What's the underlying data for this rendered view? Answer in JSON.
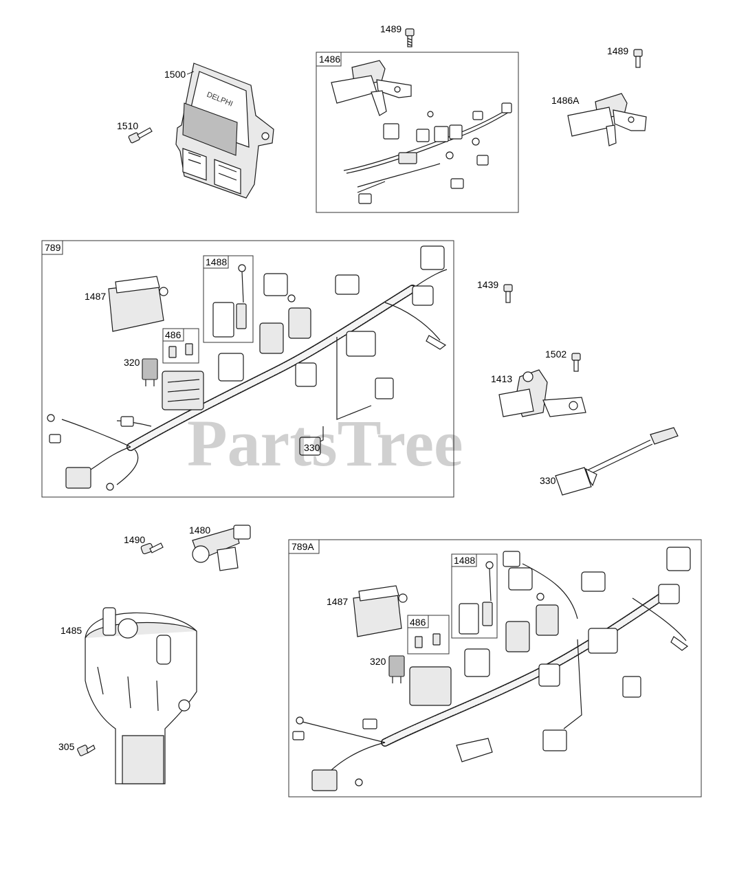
{
  "watermark": "PartsTree",
  "callouts": {
    "c1489a": "1489",
    "c1500": "1500",
    "c1510": "1510",
    "c1486": "1486",
    "c1489b": "1489",
    "c1486A": "1486A",
    "c789": "789",
    "c1488a": "1488",
    "c1487a": "1487",
    "c486a": "486",
    "c320a": "320",
    "c330b": "330",
    "c1439": "1439",
    "c1502": "1502",
    "c1413": "1413",
    "c330": "330",
    "c1490": "1490",
    "c1480": "1480",
    "c789A": "789A",
    "c1488b": "1488",
    "c1487b": "1487",
    "c486b": "486",
    "c320b": "320",
    "c1485": "1485",
    "c305": "305"
  },
  "ecm_brand": "DELPHI"
}
